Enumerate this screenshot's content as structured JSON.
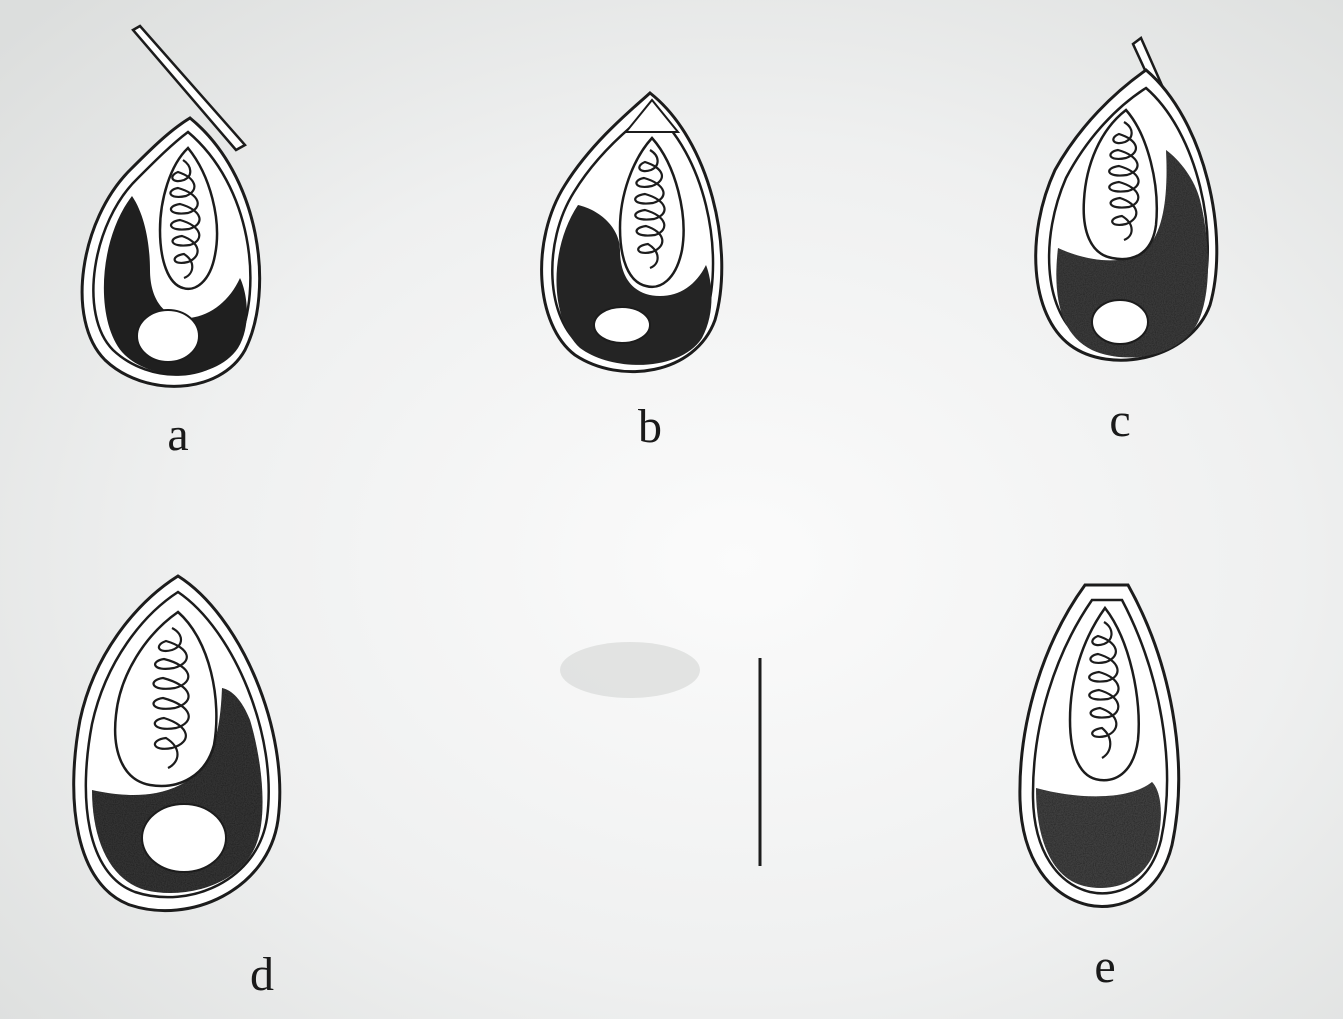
{
  "figure": {
    "panels": [
      {
        "id": "a",
        "label": "a",
        "attached_stalk": true
      },
      {
        "id": "b",
        "label": "b",
        "attached_stalk": false
      },
      {
        "id": "c",
        "label": "c",
        "attached_stalk": true
      },
      {
        "id": "d",
        "label": "d",
        "attached_stalk": false
      },
      {
        "id": "e",
        "label": "e",
        "attached_stalk": false
      }
    ],
    "colors": {
      "paper": "#e9ebea",
      "ink": "#1c1c1c",
      "stipple": "#262626"
    }
  }
}
